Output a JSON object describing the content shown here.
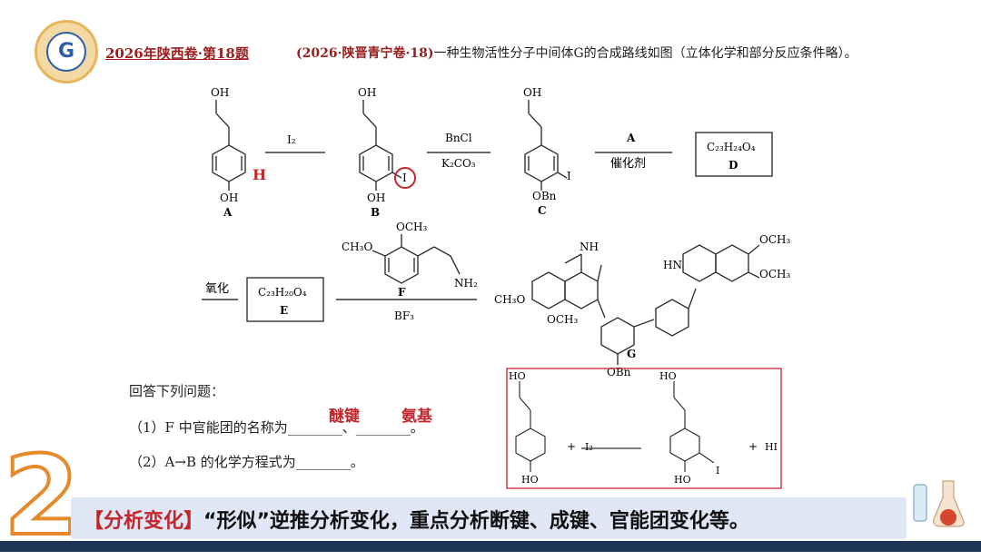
{
  "header": {
    "logo_letter": "G",
    "title": "2026年陕西卷·第18题",
    "source": "(2026·陕晋青宁卷·18)",
    "description": "一种生物活性分子中间体G的合成路线如图（立体化学和部分反应条件略）。"
  },
  "scheme": {
    "row1": {
      "A_label": "A",
      "B_label": "B",
      "C_label": "C",
      "oh": "OH",
      "h_mark": "H",
      "i_label": "I",
      "obn": "OBn",
      "reagent_ab": "I₂",
      "reagent_bc_1": "BnCl",
      "reagent_bc_2": "K₂CO₃",
      "reagent_cd_1": "A",
      "reagent_cd_2": "催化剂",
      "D_formula": "C₂₃H₂₄O₄",
      "D_label": "D"
    },
    "row2": {
      "oxidation": "氧化",
      "E_formula": "C₂₃H₂₀O₄",
      "E_label": "E",
      "F_och3": "OCH₃",
      "F_ch3o": "CH₃O",
      "F_nh2": "NH₂",
      "F_label": "F",
      "reagent_bf3": "BF₃",
      "G_nh": "NH",
      "G_hn": "HN",
      "G_ch3o": "CH₃O",
      "G_och3": "OCH₃",
      "G_obn": "OBn",
      "G_label": "G"
    }
  },
  "questions": {
    "intro": "回答下列问题：",
    "q1": "（1）F 中官能团的名称为________、________。",
    "q1_ans1": "醚键",
    "q1_ans2": "氨基",
    "q2": "（2）A→B 的化学方程式为________。"
  },
  "equation_box": {
    "ho": "HO",
    "plus1": "+",
    "i2": "I₂",
    "i_label": "I",
    "plus2": "+",
    "hi": "HI"
  },
  "banner": {
    "tag": "【分析变化】",
    "text": "“形似”逆推分析变化，重点分析断键、成键、官能团变化等。"
  },
  "decor": {
    "big_number": "2"
  },
  "colors": {
    "accent_red": "#c2262d",
    "title_red": "#9b1c1c",
    "banner_bg": "#dfe7f4",
    "bar": "#1e3558",
    "orange": "#e58a2a"
  }
}
